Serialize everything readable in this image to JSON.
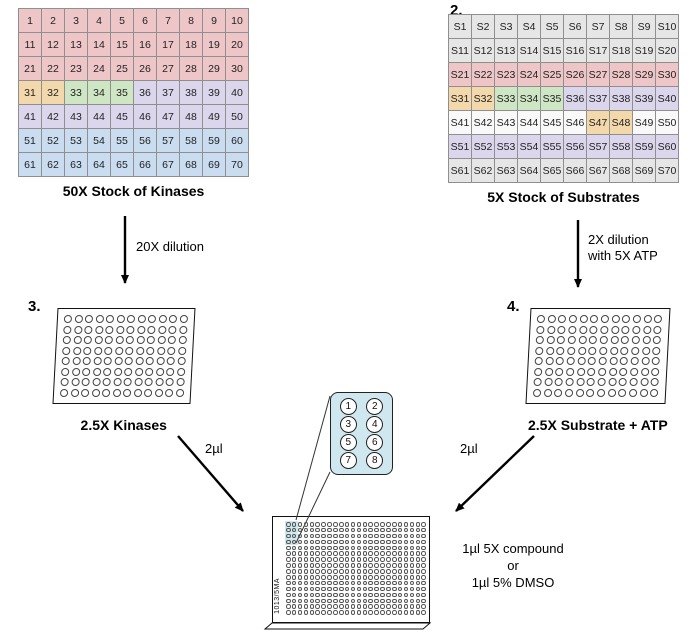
{
  "palette": {
    "pink": "#eec6c8",
    "tan": "#f3d8ac",
    "green": "#cfe6c4",
    "lavender": "#dcd6ec",
    "blue": "#c9dcf0",
    "gray": "#e6e6e6",
    "white": "#f9f9f9",
    "inset_blue": "#cfe8ef"
  },
  "kinase_grid": {
    "title": "50X Stock of Kinases",
    "rows": [
      {
        "labels": [
          "1",
          "2",
          "3",
          "4",
          "5",
          "6",
          "7",
          "8",
          "9",
          "10"
        ],
        "colors": [
          "pink",
          "pink",
          "pink",
          "pink",
          "pink",
          "pink",
          "pink",
          "pink",
          "pink",
          "pink"
        ]
      },
      {
        "labels": [
          "11",
          "12",
          "13",
          "14",
          "15",
          "16",
          "17",
          "18",
          "19",
          "20"
        ],
        "colors": [
          "pink",
          "pink",
          "pink",
          "pink",
          "pink",
          "pink",
          "pink",
          "pink",
          "pink",
          "pink"
        ]
      },
      {
        "labels": [
          "21",
          "22",
          "23",
          "24",
          "25",
          "26",
          "27",
          "28",
          "29",
          "30"
        ],
        "colors": [
          "pink",
          "pink",
          "pink",
          "pink",
          "pink",
          "pink",
          "pink",
          "pink",
          "pink",
          "pink"
        ]
      },
      {
        "labels": [
          "31",
          "32",
          "33",
          "34",
          "35",
          "36",
          "37",
          "38",
          "39",
          "40"
        ],
        "colors": [
          "tan",
          "tan",
          "green",
          "green",
          "green",
          "lavender",
          "lavender",
          "lavender",
          "lavender",
          "lavender"
        ]
      },
      {
        "labels": [
          "41",
          "42",
          "43",
          "44",
          "45",
          "46",
          "47",
          "48",
          "49",
          "50"
        ],
        "colors": [
          "lavender",
          "lavender",
          "lavender",
          "lavender",
          "lavender",
          "lavender",
          "lavender",
          "lavender",
          "lavender",
          "lavender"
        ]
      },
      {
        "labels": [
          "51",
          "52",
          "53",
          "54",
          "55",
          "56",
          "57",
          "58",
          "59",
          "60"
        ],
        "colors": [
          "blue",
          "blue",
          "blue",
          "blue",
          "blue",
          "blue",
          "blue",
          "blue",
          "blue",
          "blue"
        ]
      },
      {
        "labels": [
          "61",
          "62",
          "63",
          "64",
          "65",
          "66",
          "67",
          "68",
          "69",
          "70"
        ],
        "colors": [
          "blue",
          "blue",
          "blue",
          "blue",
          "blue",
          "blue",
          "blue",
          "blue",
          "blue",
          "blue"
        ]
      }
    ]
  },
  "substrate_grid": {
    "step": "2.",
    "title": "5X Stock of Substrates",
    "rows": [
      {
        "labels": [
          "S1",
          "S2",
          "S3",
          "S4",
          "S5",
          "S6",
          "S7",
          "S8",
          "S9",
          "S10"
        ],
        "colors": [
          "gray",
          "gray",
          "gray",
          "gray",
          "gray",
          "gray",
          "gray",
          "gray",
          "gray",
          "gray"
        ]
      },
      {
        "labels": [
          "S11",
          "S12",
          "S13",
          "S14",
          "S15",
          "S16",
          "S17",
          "S18",
          "S19",
          "S20"
        ],
        "colors": [
          "gray",
          "gray",
          "gray",
          "gray",
          "gray",
          "gray",
          "gray",
          "gray",
          "gray",
          "gray"
        ]
      },
      {
        "labels": [
          "S21",
          "S22",
          "S23",
          "S24",
          "S25",
          "S26",
          "S27",
          "S28",
          "S29",
          "S30"
        ],
        "colors": [
          "pink",
          "pink",
          "pink",
          "pink",
          "pink",
          "pink",
          "pink",
          "pink",
          "pink",
          "pink"
        ]
      },
      {
        "labels": [
          "S31",
          "S32",
          "S33",
          "S34",
          "S35",
          "S36",
          "S37",
          "S38",
          "S39",
          "S40"
        ],
        "colors": [
          "tan",
          "tan",
          "green",
          "green",
          "green",
          "lavender",
          "lavender",
          "lavender",
          "lavender",
          "lavender"
        ]
      },
      {
        "labels": [
          "S41",
          "S42",
          "S43",
          "S44",
          "S45",
          "S46",
          "S47",
          "S48",
          "S49",
          "S50"
        ],
        "colors": [
          "white",
          "white",
          "white",
          "white",
          "white",
          "white",
          "tan",
          "tan",
          "white",
          "white"
        ]
      },
      {
        "labels": [
          "S51",
          "S52",
          "S53",
          "S54",
          "S55",
          "S56",
          "S57",
          "S58",
          "S59",
          "S60"
        ],
        "colors": [
          "lavender",
          "lavender",
          "lavender",
          "lavender",
          "lavender",
          "lavender",
          "lavender",
          "lavender",
          "lavender",
          "lavender"
        ]
      },
      {
        "labels": [
          "S61",
          "S62",
          "S63",
          "S64",
          "S65",
          "S66",
          "S67",
          "S68",
          "S69",
          "S70"
        ],
        "colors": [
          "gray",
          "gray",
          "gray",
          "gray",
          "gray",
          "gray",
          "gray",
          "gray",
          "gray",
          "gray"
        ]
      }
    ]
  },
  "kinase_plate": {
    "step": "3.",
    "title": "2.5X Kinases",
    "rows": 8,
    "cols": 12
  },
  "substrate_plate": {
    "step": "4.",
    "title": "2.5X Substrate + ATP",
    "rows": 8,
    "cols": 12
  },
  "assay_plate": {
    "rows": 16,
    "cols": 24,
    "highlight_rows": 4,
    "highlight_cols": 2,
    "side_label": "1013/5MA"
  },
  "inset_wells": [
    "1",
    "2",
    "3",
    "4",
    "5",
    "6",
    "7",
    "8"
  ],
  "labels": {
    "dilution_left": "20X dilution",
    "dilution_right_line1": "2X dilution",
    "dilution_right_line2": "with 5X ATP",
    "transfer_left": "2µl",
    "transfer_right": "2µl",
    "compound_line1": "1µl 5X compound",
    "compound_line2": "or",
    "compound_line3": "1µl 5% DMSO"
  }
}
